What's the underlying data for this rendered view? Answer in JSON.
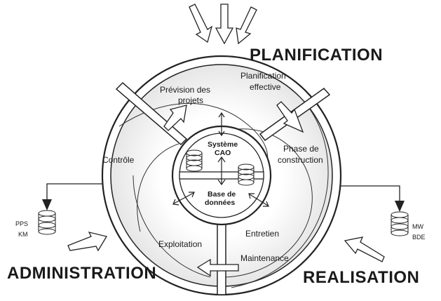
{
  "regions": {
    "planification": "PLANIFICATION",
    "administration": "ADMINISTRATION",
    "realisation": "REALISATION"
  },
  "stages": {
    "prevision_line1": "Prévision des",
    "prevision_line2": "projets",
    "planification_line1": "Planification",
    "planification_line2": "effective",
    "phase_line1": "Phase de",
    "phase_line2": "construction",
    "controle": "Contrôle",
    "exploitation": "Exploitation",
    "entretien": "Entretien",
    "maintenance": "Maintenance"
  },
  "core": {
    "systeme_line1": "Système",
    "systeme_line2": "CAO",
    "base_line1": "Base de",
    "base_line2": "données"
  },
  "stores": {
    "left_line1": "PPS",
    "left_line2": "KM",
    "right_line1": "MW",
    "right_line2": "BDE"
  },
  "colors": {
    "stroke": "#222222",
    "wall": "#ffffff",
    "shading": "#dcdcdc",
    "background": "#ffffff"
  }
}
